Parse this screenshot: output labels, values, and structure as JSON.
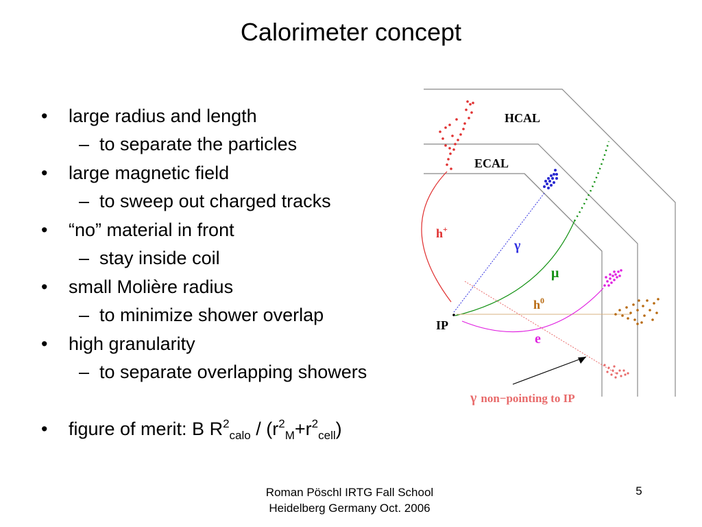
{
  "slide": {
    "title": "Calorimeter concept",
    "bullet_marker": "•",
    "dash_marker": "–",
    "bullets": [
      {
        "text": "large radius and length",
        "sub": "to separate the particles"
      },
      {
        "text": "large magnetic field",
        "sub": "to sweep out charged tracks"
      },
      {
        "text": "“no” material in front",
        "sub": "stay inside coil"
      },
      {
        "text": "small Molière radius",
        "sub": "to minimize shower overlap"
      },
      {
        "text": "high granularity",
        "sub": "to separate overlapping showers"
      }
    ],
    "figure_of_merit": {
      "prefix": "figure of merit: B R",
      "sup1": "2",
      "sub1": "calo",
      "mid": " / (r",
      "sup2": "2",
      "sub2": "M",
      "plus": "+r",
      "sup3": "2",
      "sub3": "cell",
      "close": ")"
    }
  },
  "diagram": {
    "labels": {
      "hcal": "HCAL",
      "ecal": "ECAL",
      "h_plus": "h",
      "h_plus_sup": "+",
      "gamma": "γ",
      "mu": "μ",
      "h_zero": "h",
      "h_zero_sup": "0",
      "ip": "IP",
      "e": "e",
      "non_pointing_gamma": "γ",
      "non_pointing_text": "non−pointing to IP"
    },
    "colors": {
      "h_plus": "#e03030",
      "gamma": "#3030e0",
      "mu": "#109010",
      "h_zero": "#b86a10",
      "e": "#e020e0",
      "non_pointing": "#e86a6a",
      "detector_lines": "#888888"
    }
  },
  "footer": {
    "line1": "Roman Pöschl IRTG Fall School",
    "line2": "Heidelberg Germany Oct. 2006",
    "page": "5"
  }
}
